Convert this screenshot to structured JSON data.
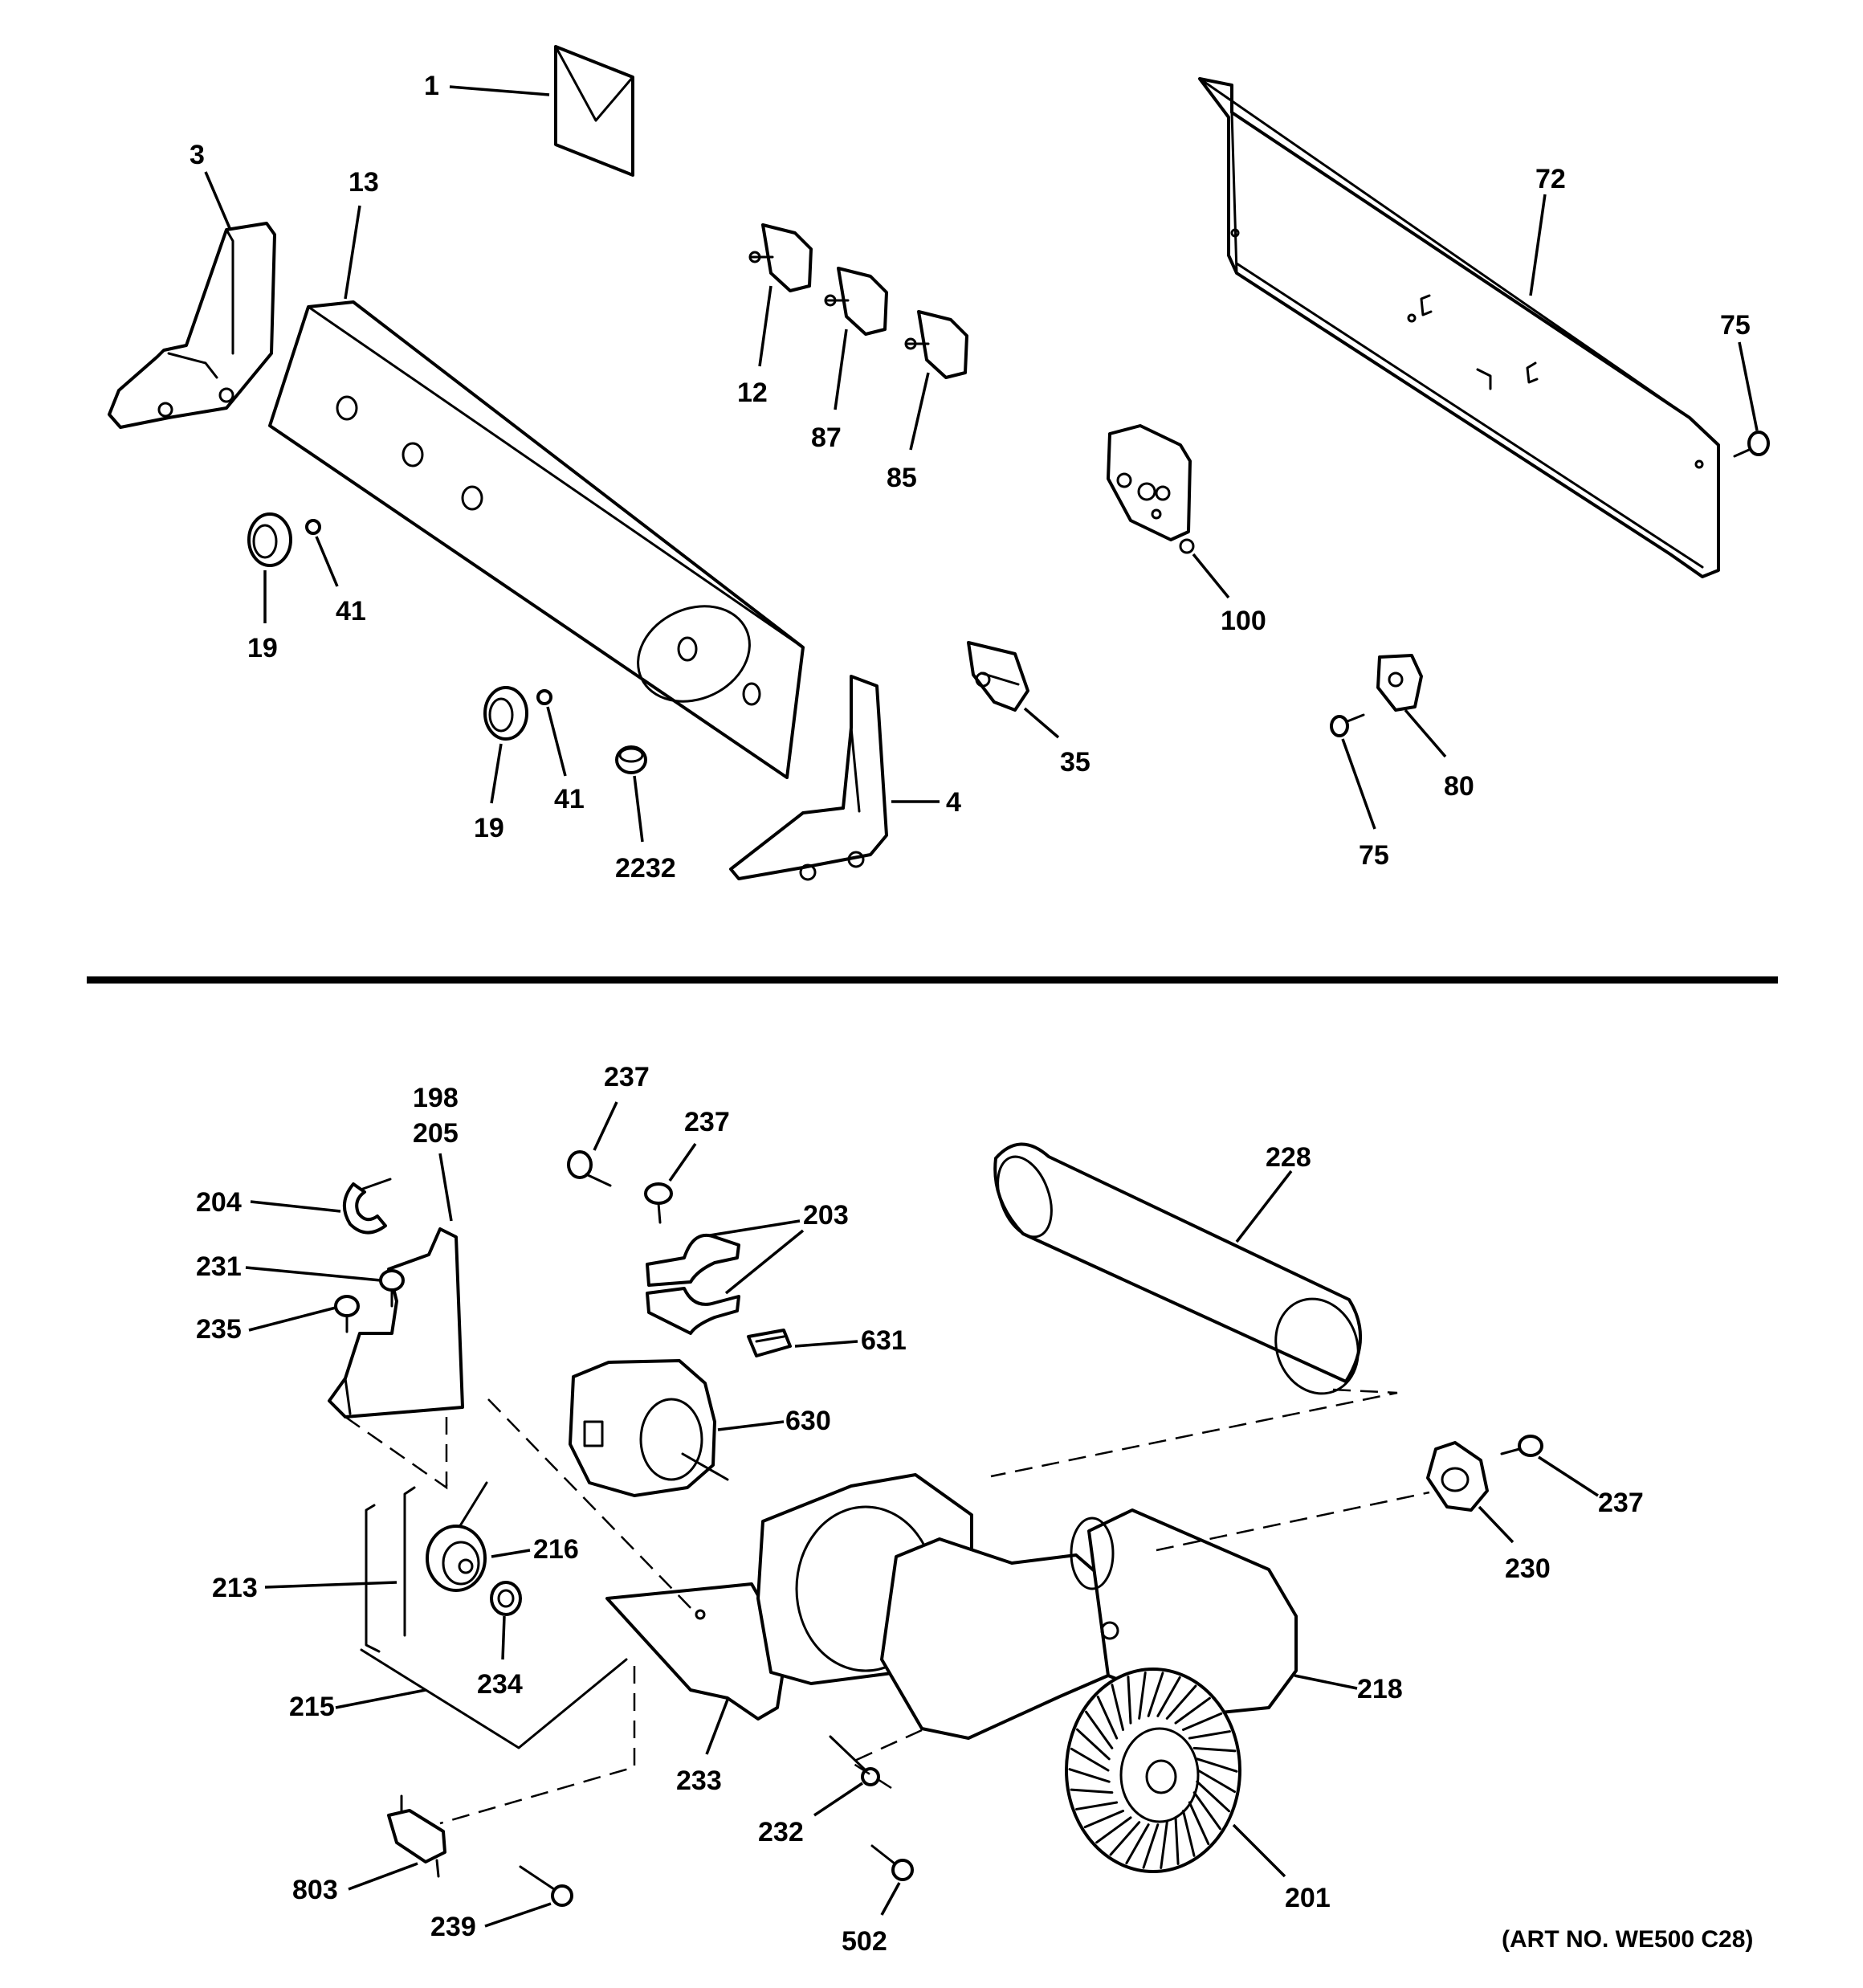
{
  "callouts": {
    "c1": "1",
    "c3": "3",
    "c13": "13",
    "c12": "12",
    "c87": "87",
    "c85": "85",
    "c72": "72",
    "c75a": "75",
    "c100": "100",
    "c19a": "19",
    "c41a": "41",
    "c19b": "19",
    "c41b": "41",
    "c2232": "2232",
    "c4": "4",
    "c35": "35",
    "c80": "80",
    "c75b": "75",
    "c237a": "237",
    "c237b": "237",
    "c198": "198",
    "c205": "205",
    "c204": "204",
    "c203": "203",
    "c228": "228",
    "c231": "231",
    "c235": "235",
    "c631": "631",
    "c630": "630",
    "c237c": "237",
    "c230": "230",
    "c216": "216",
    "c213": "213",
    "c234": "234",
    "c218": "218",
    "c215": "215",
    "c233": "233",
    "c232": "232",
    "c201": "201",
    "c803": "803",
    "c239": "239",
    "c502": "502"
  },
  "art_number": "(ART NO. WE500 C28)"
}
